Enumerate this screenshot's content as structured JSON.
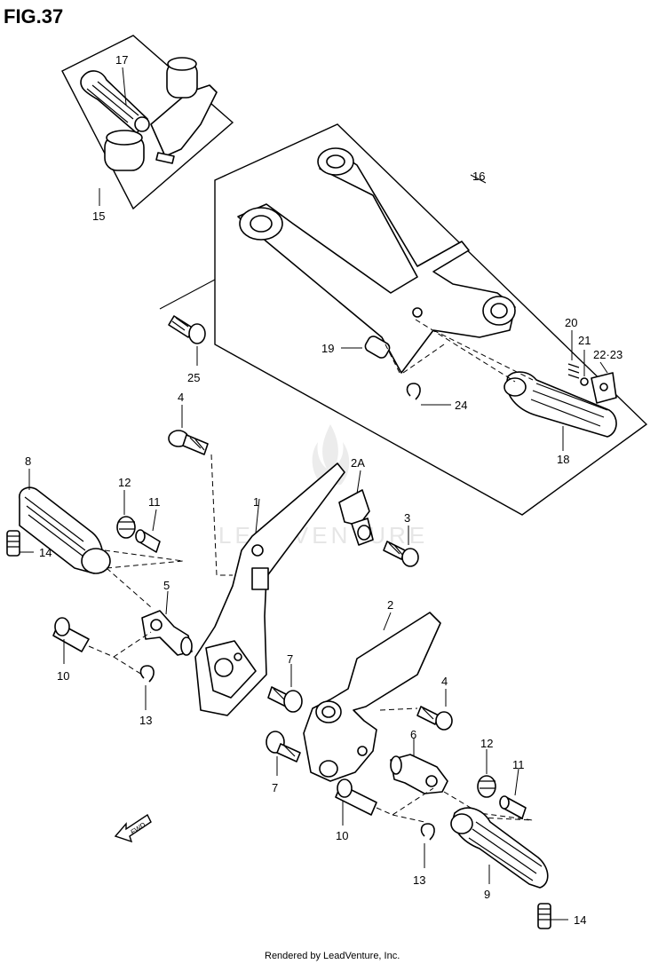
{
  "figure": {
    "title": "FIG.37"
  },
  "callouts": {
    "c1": "1",
    "c2": "2",
    "c2a": "2A",
    "c3": "3",
    "c4a": "4",
    "c4b": "4",
    "c5": "5",
    "c6": "6",
    "c7a": "7",
    "c7b": "7",
    "c8": "8",
    "c9": "9",
    "c10a": "10",
    "c10b": "10",
    "c11a": "11",
    "c11b": "11",
    "c12a": "12",
    "c12b": "12",
    "c13a": "13",
    "c13b": "13",
    "c14a": "14",
    "c14b": "14",
    "c15": "15",
    "c16": "16",
    "c17": "17",
    "c18": "18",
    "c19": "19",
    "c20": "20",
    "c21": "21",
    "c22_23": "22·23",
    "c24": "24",
    "c25": "25"
  },
  "direction_marker": {
    "label": "FWD",
    "icon": "fwd-arrow-icon"
  },
  "watermark": {
    "text": "LEADVENTURE"
  },
  "footer": {
    "text": "Rendered by LeadVenture, Inc."
  }
}
